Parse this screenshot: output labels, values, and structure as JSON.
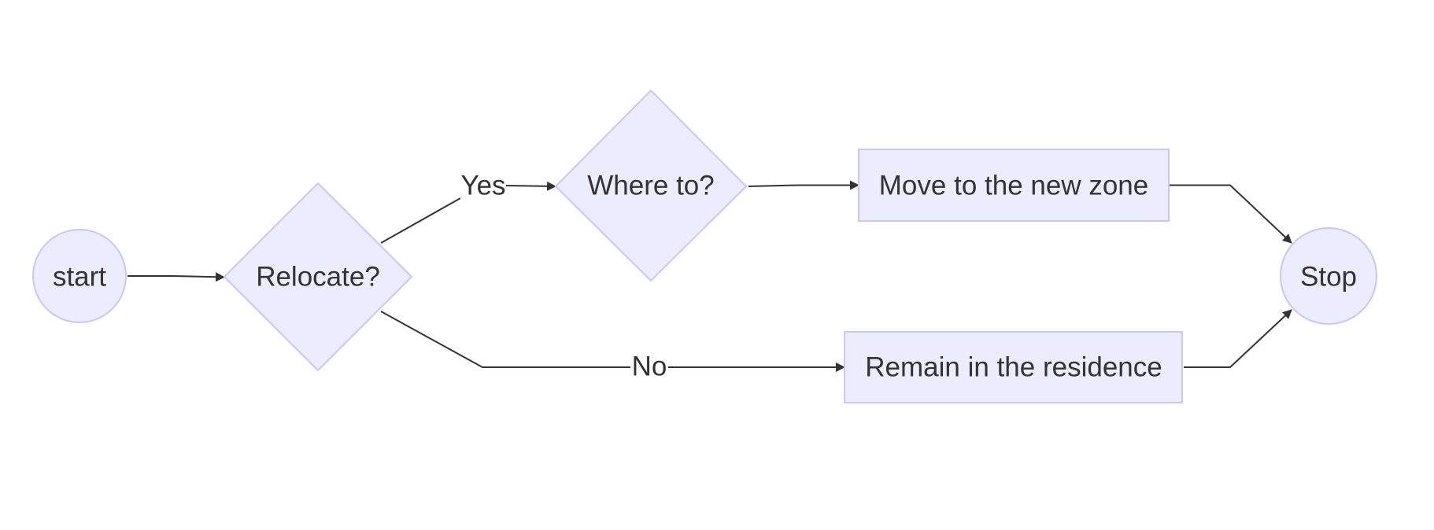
{
  "diagram": {
    "type": "flowchart",
    "direction": "LR",
    "colors": {
      "node_fill": "#ECECFF",
      "node_stroke": "#C8C8F2",
      "edge": "#333333",
      "text": "#333333",
      "background": "#FFFFFF"
    },
    "nodes": {
      "start": {
        "label": "start",
        "shape": "circle"
      },
      "relocate": {
        "label": "Relocate?",
        "shape": "diamond"
      },
      "where_to": {
        "label": "Where to?",
        "shape": "diamond"
      },
      "move": {
        "label": "Move to the new zone",
        "shape": "rectangle"
      },
      "remain": {
        "label": "Remain in the residence",
        "shape": "rectangle"
      },
      "stop": {
        "label": "Stop",
        "shape": "circle"
      }
    },
    "edges": [
      {
        "from": "start",
        "to": "relocate",
        "label": ""
      },
      {
        "from": "relocate",
        "to": "where_to",
        "label": "Yes"
      },
      {
        "from": "relocate",
        "to": "remain",
        "label": "No"
      },
      {
        "from": "where_to",
        "to": "move",
        "label": ""
      },
      {
        "from": "move",
        "to": "stop",
        "label": ""
      },
      {
        "from": "remain",
        "to": "stop",
        "label": ""
      }
    ]
  }
}
